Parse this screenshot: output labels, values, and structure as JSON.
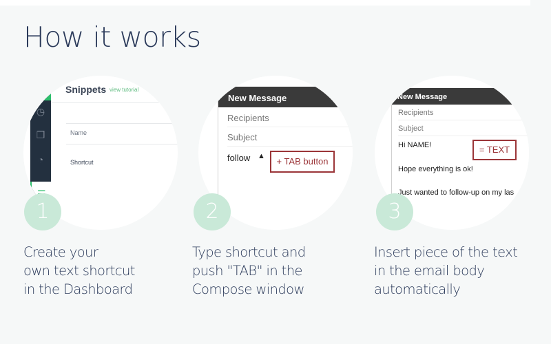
{
  "title": "How it works",
  "steps": [
    {
      "number": "1",
      "screen": {
        "header": "Snippets",
        "link": "view tutorial",
        "fields": [
          "Name",
          "Shortcut"
        ],
        "sidebar_icons": [
          "dashboard-icon",
          "copy-icon",
          "clock-icon",
          "snippets-icon"
        ]
      },
      "description": [
        "Create your",
        "own text shortcut",
        "in the Dashboard"
      ]
    },
    {
      "number": "2",
      "screen": {
        "header": "New Message",
        "recipients": "Recipients",
        "subject": "Subject",
        "typed_text": "follow",
        "callout": "+ TAB button"
      },
      "description": [
        "Type shortcut and",
        "push \"TAB\" in the",
        "Compose window"
      ]
    },
    {
      "number": "3",
      "screen": {
        "header": "New Message",
        "recipients": "Recipients",
        "subject": "Subject",
        "body": [
          "Hi NAME!",
          "Hope everything is ok!",
          "Just wanted to follow-up on my las"
        ],
        "callout": "= TEXT"
      },
      "description": [
        "Insert piece of the text",
        "in the email body",
        "automatically"
      ]
    }
  ],
  "colors": {
    "background": "#f6f8f8",
    "title": "#2b3a5a",
    "accent_green": "#2dbe6c",
    "badge_green": "#c9e9d8",
    "callout_red": "#9b3538",
    "sidebar_dark": "#23303f"
  }
}
